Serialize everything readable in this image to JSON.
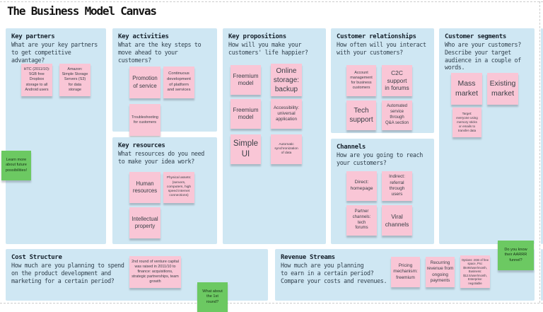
{
  "page": {
    "title": "The Business Model Canvas"
  },
  "colors": {
    "panel_bg": "#cfe7f3",
    "note_pink": "#f9c6d6",
    "note_green": "#6cc962",
    "ink": "#15202b"
  },
  "panels": [
    {
      "title": "Key partners",
      "description": "What are your key partners\nto get competitive\nadvantage?",
      "notes": [
        {
          "text": "HTC (2011/10):\n5GB free\nDropbox\nstorage to all\nAndroid users"
        },
        {
          "text": "Amazon:\nSimple Storage\nServers (S3)\nfor data\nstorage"
        }
      ]
    },
    {
      "title": "Key activities",
      "description": "What are the key steps to\nmove ahead to your\ncustomers?",
      "notes": [
        {
          "text": "Promotion\nof service"
        },
        {
          "text": "Continuous\ndevelopment\nof platform\nand services"
        },
        {
          "text": "Troubleshooting\nfor customers"
        }
      ]
    },
    {
      "title": "Key resources",
      "description": "What resources do you need\nto make your idea work?",
      "notes": [
        {
          "text": "Human\nresources"
        },
        {
          "text": "Physical assets:\n(servers,\ncomputers, high\nspeed internet\nconnections)"
        },
        {
          "text": "Intellectual\nproperty"
        }
      ]
    },
    {
      "title": "Key propositions",
      "description": "How will you make your\ncustomers' life happier?",
      "notes": [
        {
          "text": "Freemium\nmodel"
        },
        {
          "text": "Online\nstorage:\nbackup"
        },
        {
          "text": "Freemium\nmodel"
        },
        {
          "text": "Accessibility:\nuniversal\napplication"
        },
        {
          "text": "Simple\nUI"
        },
        {
          "text": "Automatic\nsynchronization\nof data"
        }
      ]
    },
    {
      "title": "Customer relationships",
      "description": "How often will you interact\nwith your customers?",
      "notes": [
        {
          "text": "Account\nmanagement\nfor business\ncustomers"
        },
        {
          "text": "C2C\nsupport\nin forums"
        },
        {
          "text": "Tech\nsupport"
        },
        {
          "text": "Automated\nservice\nthrough\nQ&A section"
        }
      ]
    },
    {
      "title": "Channels",
      "description": "How are you going to reach\nyour customers?",
      "notes": [
        {
          "text": "Direct:\nhomepage"
        },
        {
          "text": "Indirect:\nreferral\nthrough\nusers"
        },
        {
          "text": "Partner\nchannels:\ntech\nforums"
        },
        {
          "text": "Viral\nchannels"
        }
      ]
    },
    {
      "title": "Customer segments",
      "description": "Who are your customers?\nDescribe your target\naudience in a couple of\nwords.",
      "notes": [
        {
          "text": "Mass\nmarket"
        },
        {
          "text": "Existing\nmarket"
        },
        {
          "text": "Target:\neveryone using\nmemory sticks\nor emails to\ntransfer data"
        }
      ]
    },
    {
      "title": "Cost Structure",
      "description": "How much are you planning to spend\non the product development and\nmarketing for a certain period?",
      "notes": [
        {
          "text": "2nd round of venture capital\nwas raised in 2011/10 to\nfinance: acquisitions,\nstrategic partnerships, team\ngrowth"
        }
      ]
    },
    {
      "title": "Revenue Streams",
      "description": "How much are you planning\nto earn in a certain period?\nCompare your costs and revenues.",
      "notes": [
        {
          "text": "Pricing\nmechanism:\nfreemium"
        },
        {
          "text": "Recurring\nrevenue from\nongoing\npayments"
        },
        {
          "text": "Options: 2GB of free\nspace, Pro:\n$9.99/user/month,\nBusiness:\n$12.5/user/month,\nEnterprise:\nnegotiable"
        }
      ]
    }
  ],
  "floating_notes": [
    {
      "text": "Learn more\nabout future\npossibilities!"
    },
    {
      "text": "What about\nthe 1st\nround?"
    },
    {
      "text": "Do you know\ntheir AARRR\nfunnel?"
    }
  ]
}
